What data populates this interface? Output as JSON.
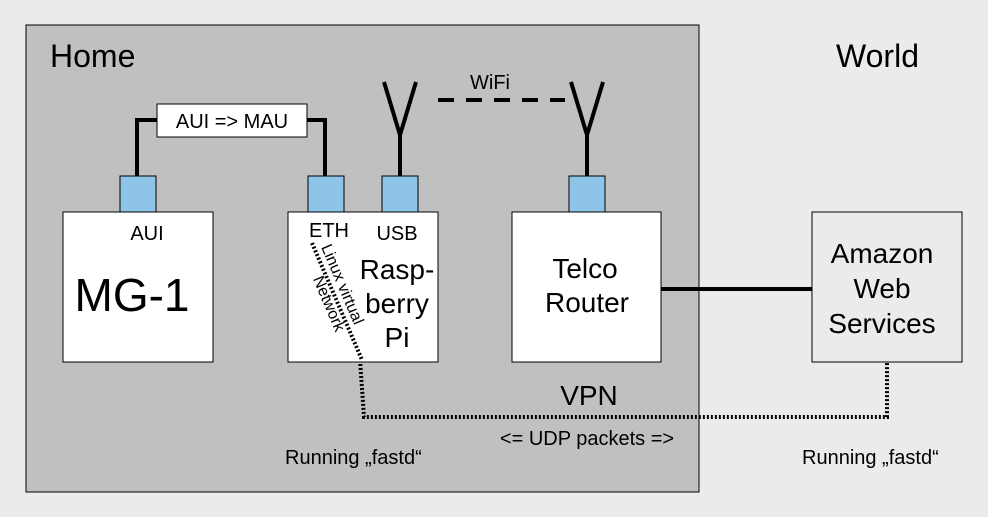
{
  "zones": {
    "home": "Home",
    "world": "World"
  },
  "devices": {
    "mg1": {
      "name": "MG-1",
      "port": "AUI"
    },
    "raspberry_pi": {
      "name_line1": "Rasp-",
      "name_line2": "berry",
      "name_line3": "Pi",
      "port_eth": "ETH",
      "port_usb": "USB",
      "virtual_net_line1": "Linux virtual",
      "virtual_net_line2": "Network"
    },
    "router": {
      "name_line1": "Telco",
      "name_line2": "Router"
    },
    "aws": {
      "name_line1": "Amazon",
      "name_line2": "Web",
      "name_line3": "Services"
    }
  },
  "links": {
    "adapter": "AUI => MAU",
    "wifi": "WiFi",
    "vpn": "VPN",
    "vpn_packets": "<= UDP packets =>"
  },
  "notes": {
    "home_running": "Running „fastd“",
    "world_running": "Running „fastd“"
  },
  "colors": {
    "background": "#ebebeb",
    "home_zone": "#c0c0c0",
    "port": "#8ec4e8",
    "box": "#ffffff",
    "line": "#000000"
  }
}
